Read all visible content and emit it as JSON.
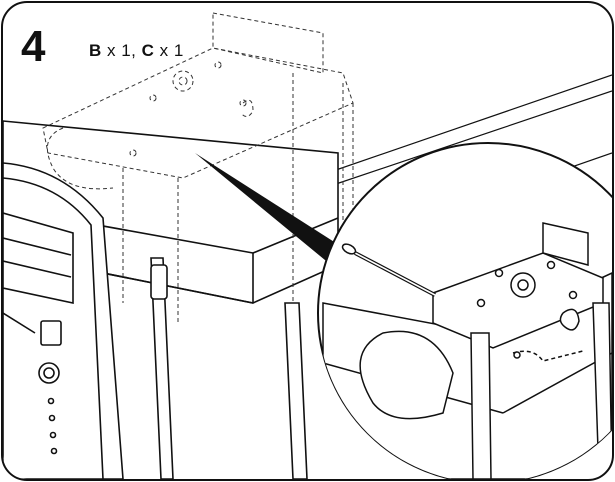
{
  "step": {
    "number": "4",
    "part1_letter": "B",
    "part1_qty": " x 1, ",
    "part2_letter": "C",
    "part2_qty": " x 1"
  },
  "colors": {
    "line": "#111111",
    "dash": "#333333",
    "background": "#ffffff"
  }
}
